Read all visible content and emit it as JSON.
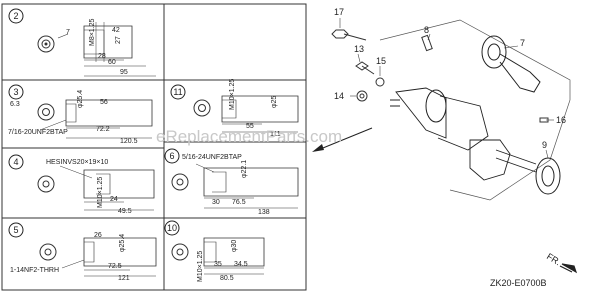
{
  "panels": [
    {
      "id": "p2",
      "number": "2",
      "dims": [
        "M8×1.25",
        "42",
        "27",
        "28",
        "60",
        "95"
      ],
      "extra": "7"
    },
    {
      "id": "p3",
      "number": "3",
      "dims": [
        "6.3",
        "φ25.4",
        "56",
        "72.2",
        "120.5"
      ],
      "thread": "7/16-20UNF2BTAP"
    },
    {
      "id": "p11",
      "number": "11",
      "dims": [
        "φ25",
        "M10×1.25",
        "55",
        "111"
      ]
    },
    {
      "id": "p4",
      "number": "4",
      "dims": [
        "M10×1.25",
        "24",
        "49.5"
      ],
      "thread": "HESINVS20×19×10"
    },
    {
      "id": "p6",
      "number": "6",
      "dims": [
        "φ22.1",
        "30",
        "76.5",
        "138"
      ],
      "thread": "5/16-24UNF2BTAP"
    },
    {
      "id": "p5",
      "number": "5",
      "dims": [
        "26",
        "φ25.4",
        "72.5",
        "121"
      ],
      "thread": "1-14NF2-THRH"
    },
    {
      "id": "p10",
      "number": "10",
      "dims": [
        "M10×1.25",
        "φ30",
        "35",
        "34.5",
        "80.5"
      ]
    }
  ],
  "callouts": [
    "17",
    "8",
    "7",
    "13",
    "15",
    "14",
    "16",
    "9"
  ],
  "drawing_code": "ZK20-E0700B",
  "front_label": "FR.",
  "watermark": "eReplacementParts.com"
}
